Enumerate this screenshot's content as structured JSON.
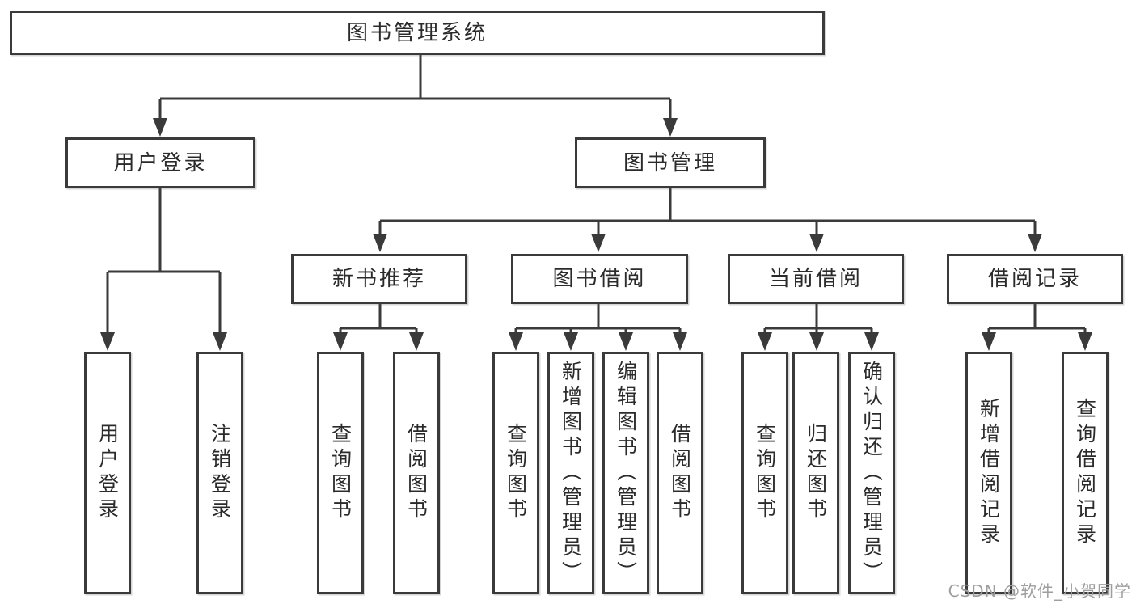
{
  "colors": {
    "line": "#3a3a3a",
    "text": "#2b2b2b",
    "watermark": "#9e9e9e",
    "box-bg": "#ffffff"
  },
  "tree": {
    "label": "图书管理系统",
    "children": [
      {
        "label": "用户登录",
        "children": [
          {
            "label": "用户登录"
          },
          {
            "label": "注销登录"
          }
        ]
      },
      {
        "label": "图书管理",
        "children": [
          {
            "label": "新书推荐",
            "children": [
              {
                "label": "查询图书"
              },
              {
                "label": "借阅图书"
              }
            ]
          },
          {
            "label": "图书借阅",
            "children": [
              {
                "label": "查询图书"
              },
              {
                "label": "新增图书（管理员）"
              },
              {
                "label": "编辑图书（管理员）"
              },
              {
                "label": "借阅图书"
              }
            ]
          },
          {
            "label": "当前借阅",
            "children": [
              {
                "label": "查询图书"
              },
              {
                "label": "归还图书"
              },
              {
                "label": "确认归还（管理员）"
              }
            ]
          },
          {
            "label": "借阅记录",
            "children": [
              {
                "label": "新增借阅记录"
              },
              {
                "label": "查询借阅记录"
              }
            ]
          }
        ]
      }
    ]
  },
  "watermark": {
    "text": "CSDN @软件_小贺同学"
  }
}
